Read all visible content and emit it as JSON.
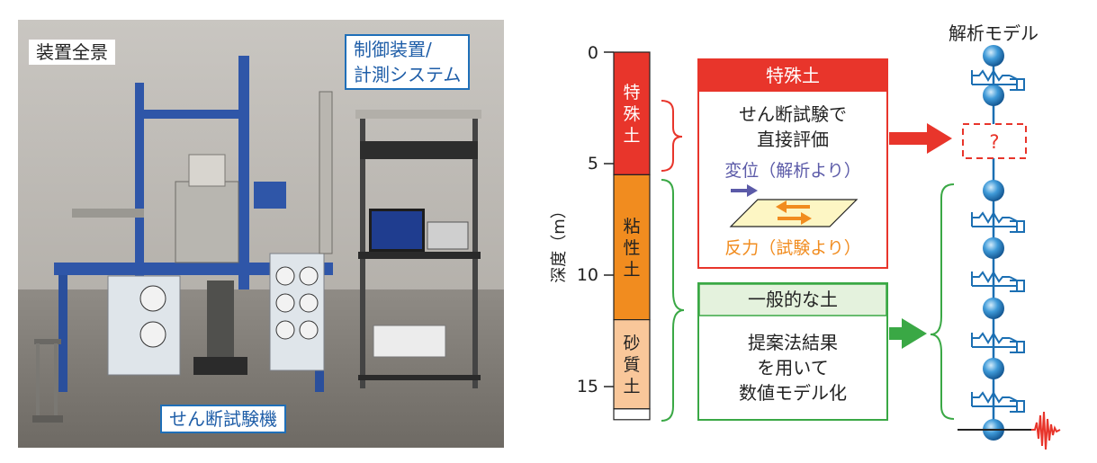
{
  "photo": {
    "label_overview": "装置全景",
    "label_control": [
      "制御装置/",
      "計測システム"
    ],
    "label_machine": "せん断試験機"
  },
  "diagram": {
    "model_title": "解析モデル",
    "depth_axis_label": "深度（m）",
    "depth_ticks": [
      "0",
      "5",
      "10",
      "15"
    ],
    "layers": [
      {
        "label": [
          "特",
          "殊",
          "土"
        ],
        "top": 0,
        "bottom": 5.5,
        "color": "#e8352b",
        "text_color": "#ffffff"
      },
      {
        "label": [
          "粘",
          "性",
          "土"
        ],
        "top": 5.5,
        "bottom": 12.0,
        "color": "#f18c1f",
        "text_color": "#222222"
      },
      {
        "label": [
          "砂",
          "質",
          "土"
        ],
        "top": 12.0,
        "bottom": 16.0,
        "color": "#f9c79a",
        "text_color": "#222222"
      }
    ],
    "special_box": {
      "header": "特殊土",
      "line1": "せん断試験で",
      "line2": "直接評価",
      "displacement": "変位（解析より）",
      "reaction": "反力（試験より）"
    },
    "general_box": {
      "header": "一般的な土",
      "line1": "提案法結果",
      "line2": "を用いて",
      "line3": "数値モデル化"
    },
    "unknown_mark": "?",
    "colors": {
      "red": "#e8352b",
      "green": "#3aa845",
      "blue": "#1b6fb3",
      "arrow_blue": "#5b5aa8",
      "arrow_orange": "#f18c1f",
      "pale_yellow": "#fdf6c4",
      "pale_green": "#e4f2dd"
    }
  }
}
